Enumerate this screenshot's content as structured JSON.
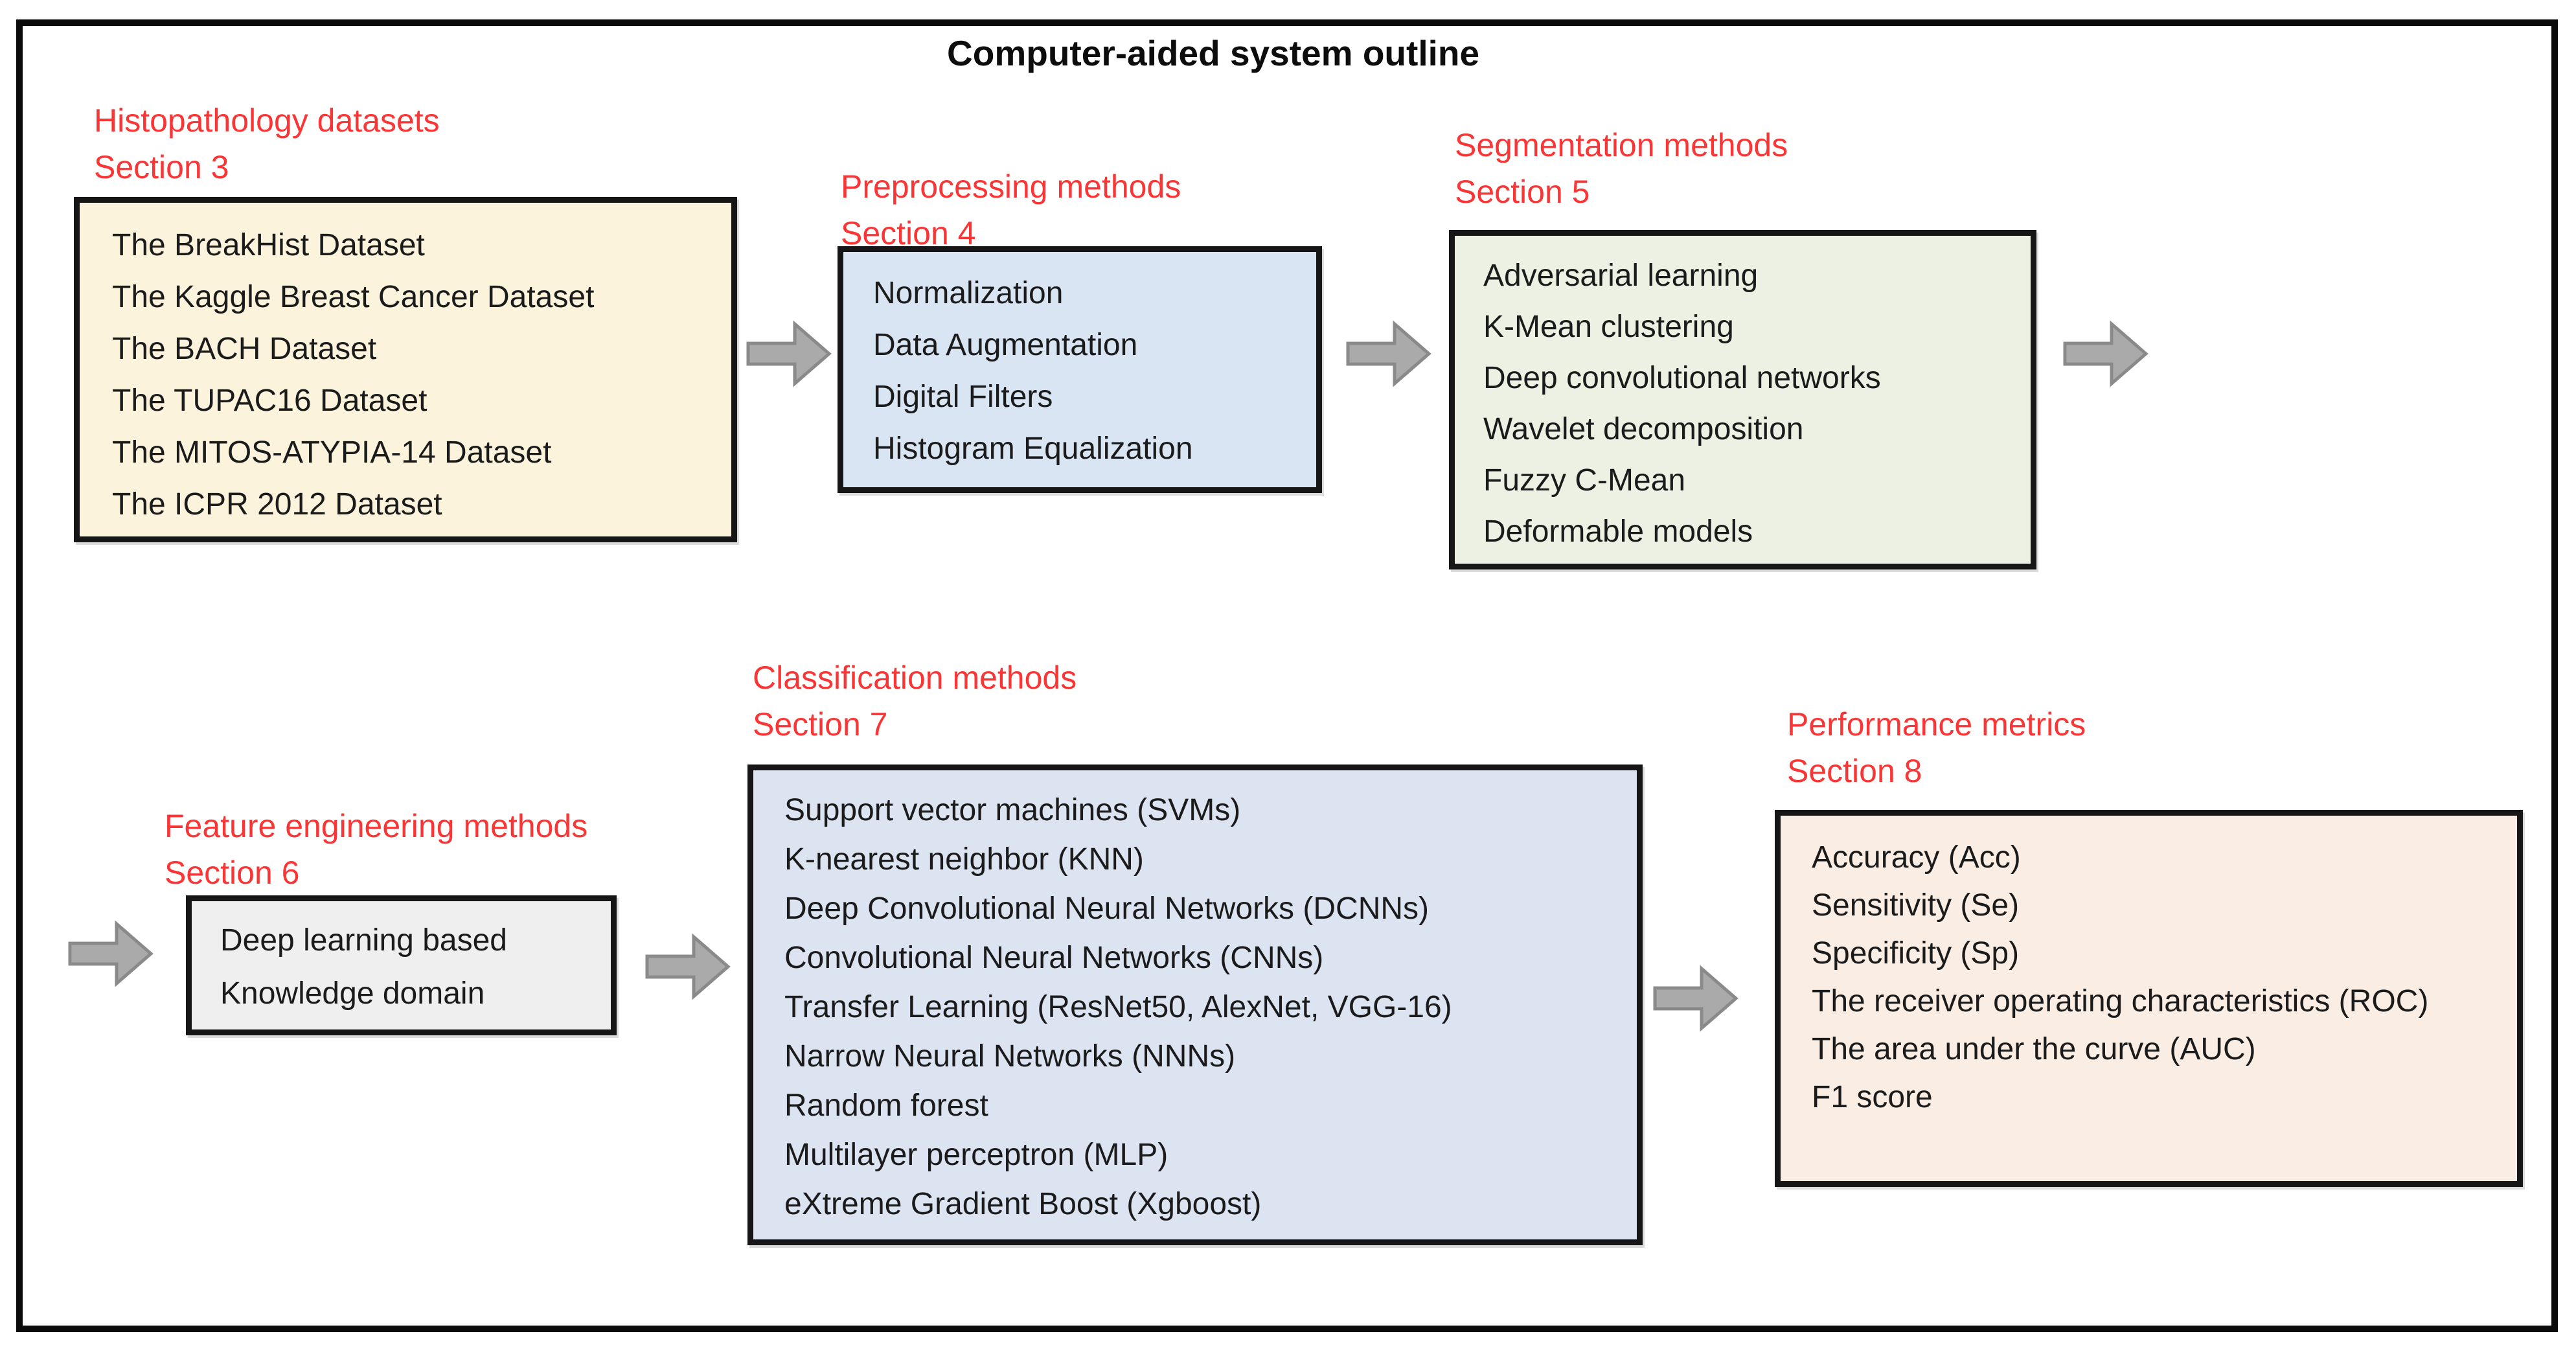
{
  "title": "Computer-aided system outline",
  "colors": {
    "label_red": "#fa3535",
    "border_black": "#0b0b0b",
    "arrow_fill": "#aaaaaa",
    "arrow_stroke": "#8a8a8a"
  },
  "groups": [
    {
      "label": "Histopathology datasets",
      "section": "Section 3",
      "bg": "#fbf3dc",
      "items": [
        "The BreakHist Dataset",
        "The Kaggle Breast Cancer Dataset",
        "The BACH Dataset",
        "The TUPAC16 Dataset",
        "The MITOS-ATYPIA-14 Dataset",
        "The ICPR 2012 Dataset"
      ]
    },
    {
      "label": "Preprocessing methods",
      "section": "Section 4",
      "bg": "#d9e5f3",
      "items": [
        "Normalization",
        "Data Augmentation",
        "Digital Filters",
        "Histogram Equalization"
      ]
    },
    {
      "label": "Segmentation methods",
      "section": "Section 5",
      "bg": "#ecf1e3",
      "items": [
        "Adversarial learning",
        "K-Mean clustering",
        "Deep convolutional networks",
        "Wavelet decomposition",
        "Fuzzy C-Mean",
        "Deformable models"
      ]
    },
    {
      "label": "Feature engineering methods",
      "section": "Section 6",
      "bg": "#f0efef",
      "items": [
        "Deep learning based",
        "Knowledge domain"
      ]
    },
    {
      "label": "Classification methods",
      "section": "Section 7",
      "bg": "#dce3f1",
      "items": [
        "Support vector machines (SVMs)",
        "K-nearest neighbor (KNN)",
        "Deep Convolutional Neural Networks (DCNNs)",
        "Convolutional Neural Networks (CNNs)",
        "Transfer Learning (ResNet50, AlexNet, VGG-16)",
        "Narrow Neural Networks (NNNs)",
        "Random forest",
        "Multilayer perceptron (MLP)",
        "eXtreme Gradient Boost (Xgboost)"
      ]
    },
    {
      "label": "Performance metrics",
      "section": "Section 8",
      "bg": "#faede3",
      "items": [
        "Accuracy (Acc)",
        "Sensitivity (Se)",
        "Specificity (Sp)",
        "The receiver operating characteristics (ROC)",
        "The area under the curve (AUC)",
        "F1 score"
      ]
    }
  ]
}
